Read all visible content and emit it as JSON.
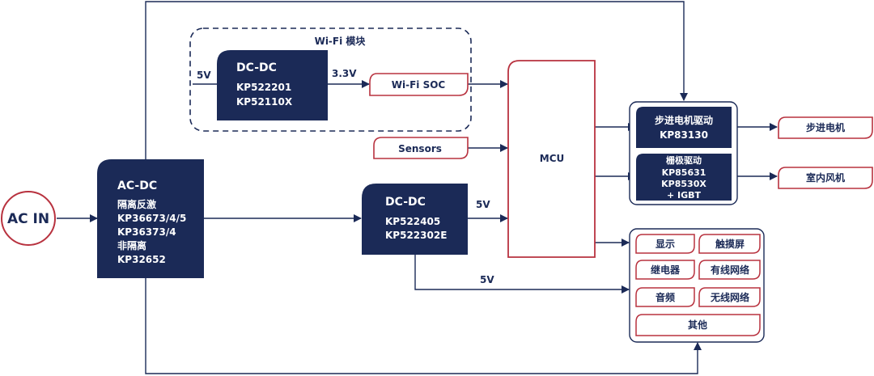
{
  "colors": {
    "navy": "#1B2A57",
    "red": "#B8323F",
    "line": "#1B2A57",
    "white": "#FFFFFF"
  },
  "ac_in": {
    "label": "AC  IN"
  },
  "acdc": {
    "title": "AC-DC",
    "lines": [
      "隔离反激",
      "KP36673/4/5",
      "KP36373/4",
      "非隔离",
      "KP32652"
    ]
  },
  "wifi_module": {
    "title": "Wi-Fi 模块",
    "dcdc": {
      "title": "DC-DC",
      "lines": [
        "KP522201",
        "KP52110X"
      ]
    },
    "in_voltage": "5V",
    "out_voltage": "3.3V",
    "soc": "Wi-Fi SOC"
  },
  "sensors": "Sensors",
  "dcdc_main": {
    "title": "DC-DC",
    "lines": [
      "KP522405",
      "KP522302E"
    ]
  },
  "mcu": "MCU",
  "voltages": {
    "to_mcu": "5V",
    "to_peripherals": "5V"
  },
  "drivers": {
    "stepper": {
      "title": "步进电机驱动",
      "lines": [
        "KP83130"
      ]
    },
    "gate": {
      "title": "栅极驱动",
      "lines": [
        "KP85631",
        "KP8530X",
        "+ IGBT"
      ]
    }
  },
  "outputs": {
    "stepper_motor": "步进电机",
    "indoor_fan": "室内风机"
  },
  "peripherals": {
    "display": "显示",
    "touchscreen": "触摸屏",
    "relay": "继电器",
    "wired_net": "有线网络",
    "audio": "音频",
    "wireless_net": "无线网络",
    "other": "其他"
  }
}
